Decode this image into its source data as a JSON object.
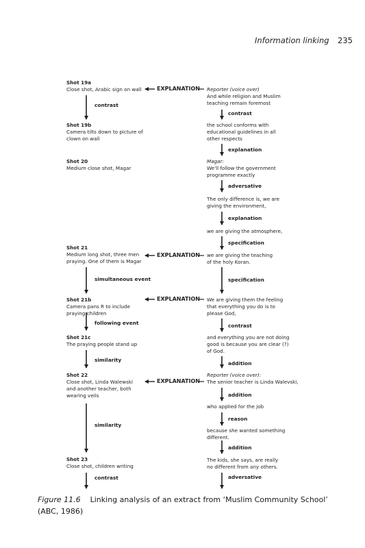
{
  "header": {
    "title": "Information linking",
    "page_number": "235"
  },
  "left": {
    "shot19a": {
      "title": "Shot 19a",
      "desc": "Close shot, Arabic sign on wall"
    },
    "link_19a_19b": "contrast",
    "shot19b": {
      "title": "Shot 19b",
      "desc": "Camera tilts down to picture of\nclown on wall"
    },
    "shot20": {
      "title": "Shot 20",
      "desc": "Medium close shot, Magar"
    },
    "shot21": {
      "title": "Shot 21",
      "desc": "Medium long shot, three men\npraying. One of them is Magar"
    },
    "link_21_21b": "simultaneous event",
    "shot21b": {
      "title": "Shot 21b",
      "desc": "Camera pans R to include\npraying children"
    },
    "link_21b_21c": "following event",
    "shot21c": {
      "title": "Shot 21c",
      "desc": "The praying people stand up"
    },
    "link_21c_22": "similarity",
    "shot22": {
      "title": "Shot 22",
      "desc": "Close shot, Linda Walewski\nand another teacher, both\nwearing veils"
    },
    "link_22_23": "similarity",
    "shot23": {
      "title": "Shot 23",
      "desc": "Close shot, children writing"
    },
    "link_23_next": "contrast"
  },
  "explanations": {
    "e1": "EXPLANATION",
    "e2": "EXPLANATION",
    "e3": "EXPLANATION",
    "e4": "EXPLANATION"
  },
  "right": {
    "r1_speaker": "Reporter (voice over)",
    "r1_text": "And while religion and Muslim\nteaching remain foremost",
    "l1": "contrast",
    "r2_text": "the school conforms with\neducational guidelines in all\nother respects",
    "l2": "explanation",
    "r3_speaker": "Magar:",
    "r3_text": "We'll follow the government\nprogramme exactly",
    "l3": "adversative",
    "r4_text": "The only difference is, we are\ngiving the environment,",
    "l4": "explanation",
    "r5_text": "we are giving the atmosphere,",
    "l5": "specification",
    "r6_text": "we are giving the teaching\nof the holy Koran.",
    "l6": "specification",
    "r7_text": "We are giving them the feeling\nthat everything you do is to\nplease God,",
    "l7": "contrast",
    "r8_text": "and everything you are not doing\ngood is because you are clear (?)\nof God.",
    "l8": "addition",
    "r9_speaker": "Reporter (voice over):",
    "r9_text": "The senior teacher is Linda Walevski,",
    "l9": "addition",
    "r10_text": "who applied for the job",
    "l10": "reason",
    "r11_text": "because she wanted something\ndifferent.",
    "l11": "addition",
    "r12_text": "The kids, she says, are really\nno different from any others.",
    "l12": "adversative"
  },
  "caption": {
    "figure": "Figure 11.6",
    "text": "Linking analysis of an extract from ‘Muslim Community School’ (ABC, 1986)"
  }
}
